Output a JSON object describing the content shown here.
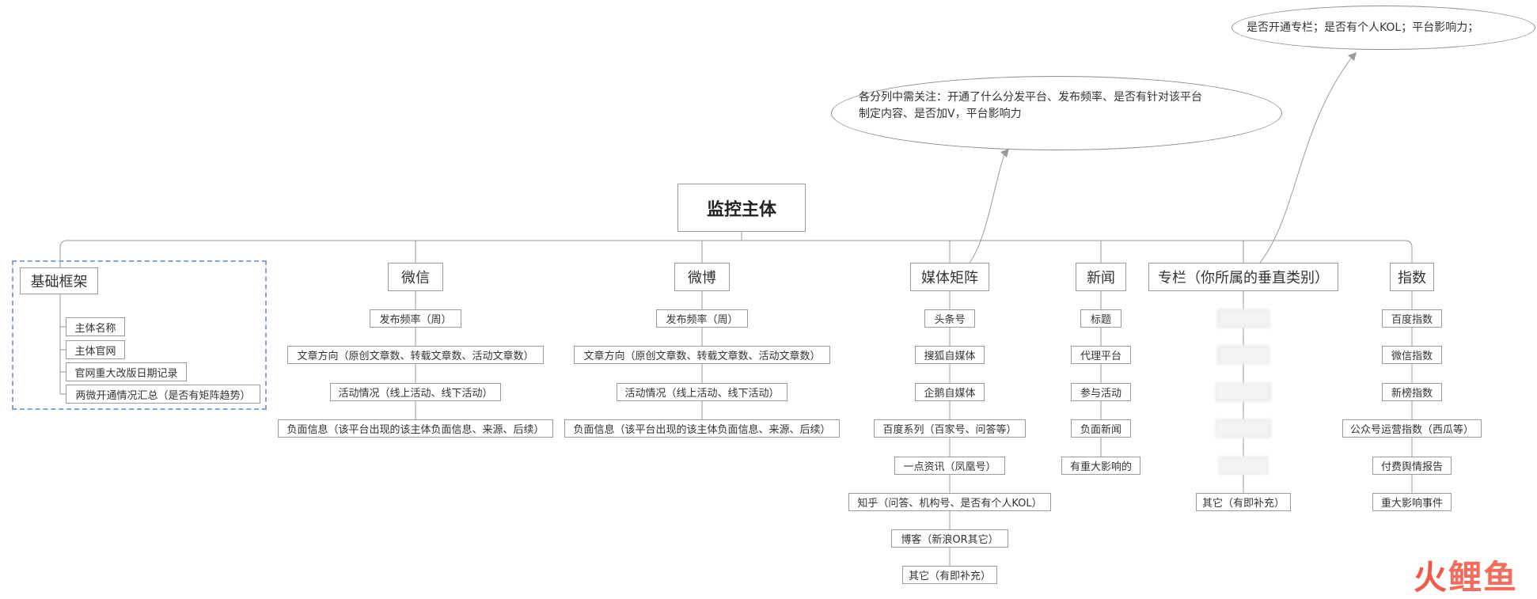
{
  "root": "监控主体",
  "callouts": {
    "media": {
      "line1": "各分列中需关注：开通了什么分发平台、发布频率、是否有针对该平台",
      "line2": "制定内容、是否加V，平台影响力"
    },
    "column": {
      "line1": "是否开通专栏；是否有个人KOL；平台影响力；"
    }
  },
  "categories": {
    "basic": {
      "label": "基础框架",
      "items": [
        "主体名称",
        "主体官网",
        "官网重大改版日期记录",
        "两微开通情况汇总（是否有矩阵趋势）"
      ]
    },
    "wechat": {
      "label": "微信",
      "items": [
        "发布频率（周）",
        "文章方向（原创文章数、转载文章数、活动文章数）",
        "活动情况（线上活动、线下活动）",
        "负面信息（该平台出现的该主体负面信息、来源、后续）"
      ]
    },
    "weibo": {
      "label": "微博",
      "items": [
        "发布频率（周）",
        "文章方向（原创文章数、转载文章数、活动文章数）",
        "活动情况（线上活动、线下活动）",
        "负面信息（该平台出现的该主体负面信息、来源、后续）"
      ]
    },
    "media": {
      "label": "媒体矩阵",
      "items": [
        "头条号",
        "搜狐自媒体",
        "企鹅自媒体",
        "百度系列（百家号、问答等）",
        "一点资讯（凤凰号）",
        "知乎（问答、机构号、是否有个人KOL）",
        "博客（新浪OR其它）",
        "其它（有即补充）"
      ]
    },
    "news": {
      "label": "新闻",
      "items": [
        "标题",
        "代理平台",
        "参与活动",
        "负面新闻",
        "有重大影响的"
      ]
    },
    "column": {
      "label": "专栏（你所属的垂直类别）",
      "items": [
        "其它（有即补充）"
      ]
    },
    "index": {
      "label": "指数",
      "items": [
        "百度指数",
        "微信指数",
        "新榜指数",
        "公众号运营指数（西瓜等）",
        "付费舆情报告",
        "重大影响事件"
      ]
    }
  },
  "watermark": {
    "part1": "火",
    "part2": "鲤鱼"
  }
}
